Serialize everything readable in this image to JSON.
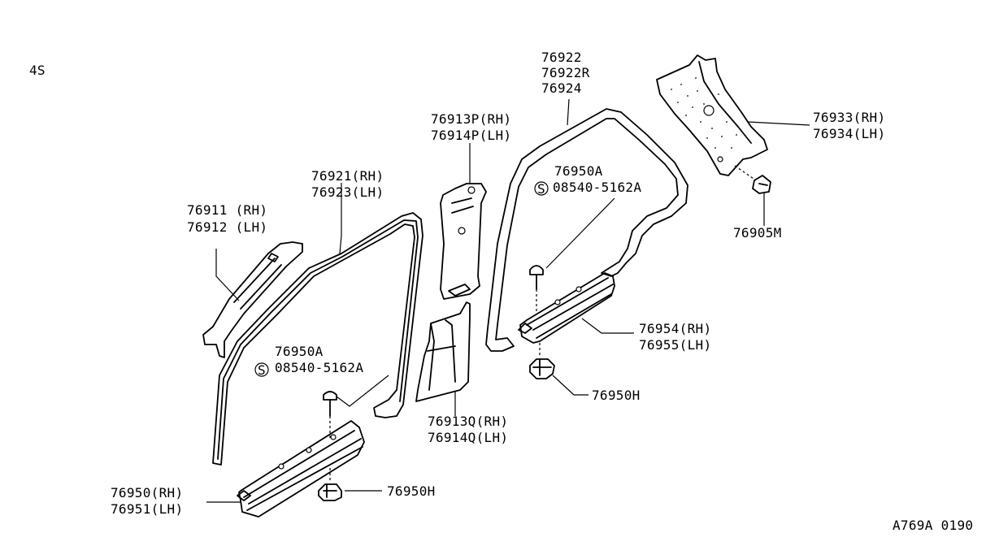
{
  "variant": "4S",
  "drawing_code": "A769A 0190",
  "parts": {
    "front_pillar_upper": {
      "rh": "76911 (RH)",
      "lh": "76912 (LH)"
    },
    "front_pillar_weatherstrip": {
      "rh": "76921(RH)",
      "lh": "76923(LH)"
    },
    "front_sill_fastener": {
      "clip": "76950A",
      "screw": "08540-5162A"
    },
    "front_kicking_plate": {
      "rh": "76950(RH)",
      "lh": "76951(LH)"
    },
    "front_sill_clip": "76950H",
    "center_pillar_upper": {
      "rh": "76913P(RH)",
      "lh": "76914P(LH)"
    },
    "center_pillar_lower": {
      "rh": "76913Q(RH)",
      "lh": "76914Q(LH)"
    },
    "rear_weatherstrip": {
      "a": "76922",
      "b": "76922R",
      "c": "76924"
    },
    "rear_sill_fastener": {
      "clip": "76950A",
      "screw": "08540-5162A"
    },
    "rear_kicking_plate": {
      "rh": "76954(RH)",
      "lh": "76955(LH)"
    },
    "rear_sill_clip": "76950H",
    "rear_pillar": {
      "rh": "76933(RH)",
      "lh": "76934(LH)"
    },
    "rear_pillar_clip": "76905M"
  },
  "screw_symbol": "S"
}
